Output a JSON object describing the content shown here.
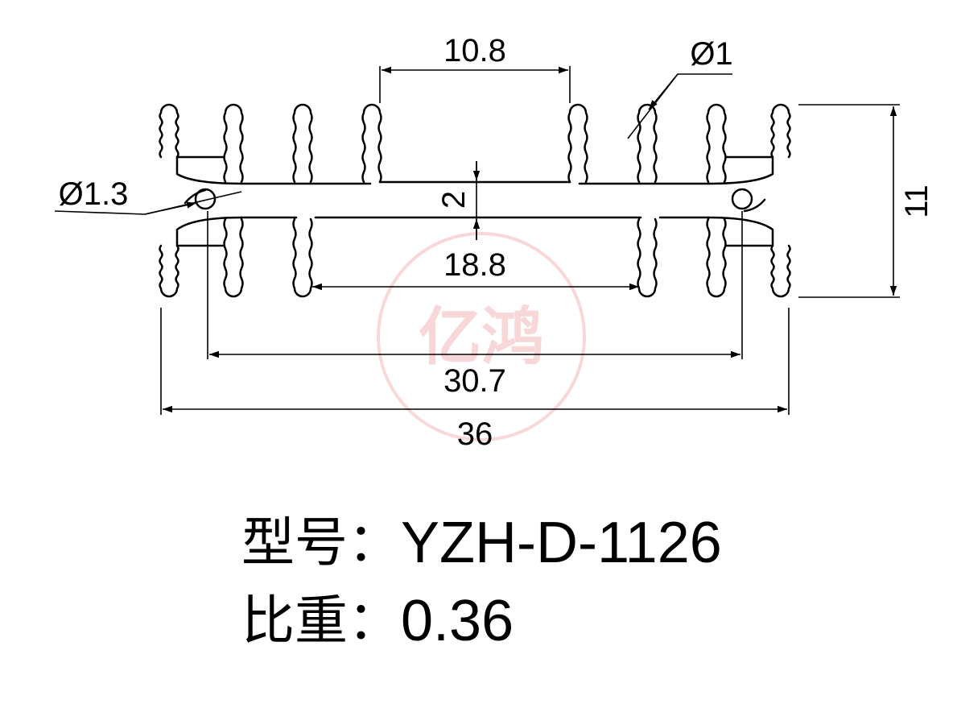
{
  "dimensions": {
    "top_gap": "10.8",
    "hole_diameter_small": "Ø1",
    "hole_diameter_side": "Ø1.3",
    "web_thickness": "2",
    "height": "11",
    "inner_width": "18.8",
    "hole_spacing": "30.7",
    "overall_width": "36"
  },
  "watermark": {
    "text": "亿鸿",
    "color": "#f2b8b8"
  },
  "spec": {
    "model_label": "型号：",
    "model_value": "YZH-D-1126",
    "density_label": "比重：",
    "density_value": "0.36"
  },
  "colors": {
    "line": "#000000",
    "watermark": "#f2b8b8"
  }
}
